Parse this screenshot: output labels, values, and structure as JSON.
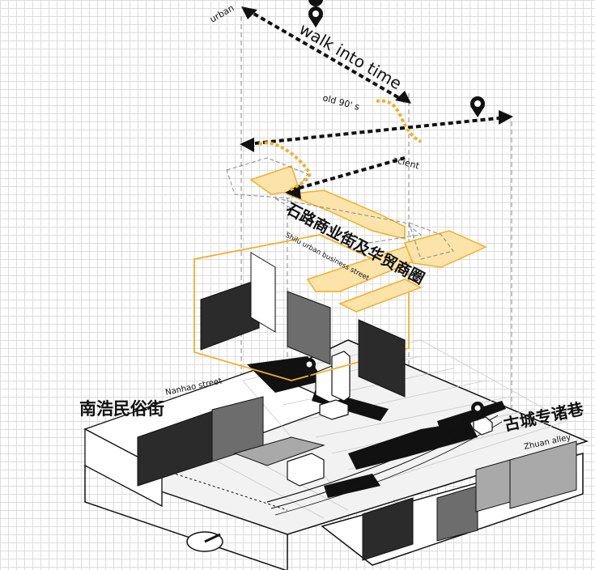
{
  "timeline": {
    "walk_into_time": "walk into time",
    "urban": "urban",
    "old_90s": "old 90'  s",
    "ancient": "acient"
  },
  "districts": {
    "shilu": {
      "cn": "石路商业街及华贸商圈",
      "en": "Shilu urban business street"
    },
    "nanhao": {
      "cn": "南浩民俗街",
      "en": "Nanhao street"
    },
    "guchen": {
      "cn": "古城专诸巷",
      "en": "Zhuan alley"
    }
  },
  "colors": {
    "accent": "#f0b02c",
    "line": "#111111",
    "grid": "#dcdcdc"
  },
  "icons": [
    "location-pin-icon",
    "compass-icon"
  ]
}
